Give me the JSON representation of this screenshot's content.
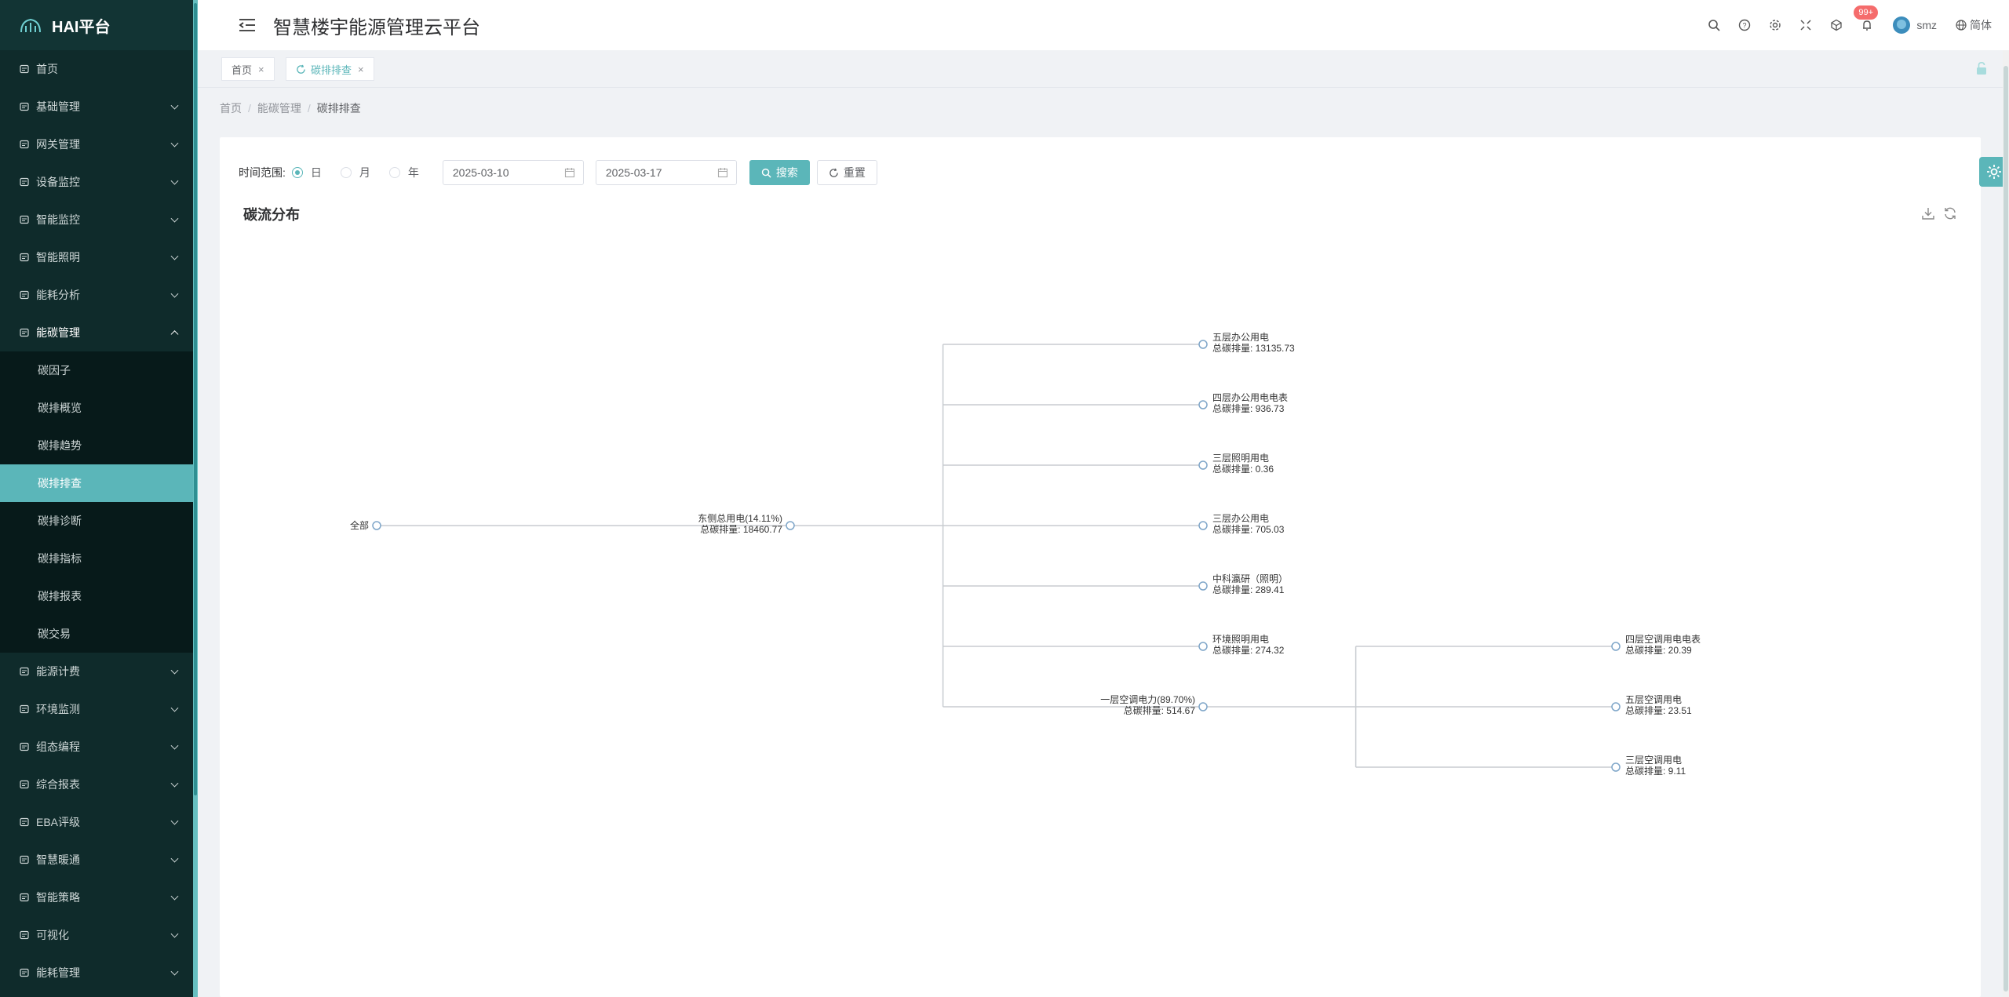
{
  "brand": {
    "name": "HAI平台"
  },
  "header": {
    "title": "智慧楼宇能源管理云平台",
    "notification_badge": "99+",
    "username": "smz",
    "language": "简体"
  },
  "sidebar": {
    "items": [
      {
        "label": "首页",
        "icon": "clock-icon",
        "has_children": false
      },
      {
        "label": "基础管理",
        "icon": "box-icon",
        "has_children": true
      },
      {
        "label": "网关管理",
        "icon": "sliders-icon",
        "has_children": true
      },
      {
        "label": "设备监控",
        "icon": "monitor-icon",
        "has_children": true
      },
      {
        "label": "智能监控",
        "icon": "screen-icon",
        "has_children": true
      },
      {
        "label": "智能照明",
        "icon": "bulb-icon",
        "has_children": true
      },
      {
        "label": "能耗分析",
        "icon": "chart-icon",
        "has_children": true
      },
      {
        "label": "能碳管理",
        "icon": "cloud-icon",
        "has_children": true,
        "open": true,
        "children": [
          "碳因子",
          "碳排概览",
          "碳排趋势",
          "碳排排查",
          "碳排诊断",
          "碳排指标",
          "碳排报表",
          "碳交易"
        ],
        "active_child": 3
      },
      {
        "label": "能源计费",
        "icon": "bill-icon",
        "has_children": true
      },
      {
        "label": "环境监测",
        "icon": "leaf-icon",
        "has_children": true
      },
      {
        "label": "组态编程",
        "icon": "cog-icon",
        "has_children": true
      },
      {
        "label": "综合报表",
        "icon": "report-icon",
        "has_children": true
      },
      {
        "label": "EBA评级",
        "icon": "doc-icon",
        "has_children": true
      },
      {
        "label": "智慧暖通",
        "icon": "fan-icon",
        "has_children": true
      },
      {
        "label": "智能策略",
        "icon": "pin-icon",
        "has_children": true
      },
      {
        "label": "可视化",
        "icon": "person-icon",
        "has_children": true
      },
      {
        "label": "能耗管理",
        "icon": "list-icon",
        "has_children": true
      }
    ]
  },
  "tabs": [
    {
      "label": "首页",
      "active": false
    },
    {
      "label": "碳排排查",
      "active": true
    }
  ],
  "breadcrumb": [
    "首页",
    "能碳管理",
    "碳排排查"
  ],
  "filter": {
    "label": "时间范围:",
    "options": [
      "日",
      "月",
      "年"
    ],
    "selected": "日",
    "start_date": "2025-03-10",
    "end_date": "2025-03-17",
    "search_label": "搜索",
    "reset_label": "重置"
  },
  "section_title": "碳流分布",
  "chart_data": {
    "type": "tree",
    "root": {
      "name": "全部",
      "children": [
        {
          "name": "东侧总用电(14.11%)",
          "value_label": "总碳排量: 18460.77",
          "children": [
            {
              "name": "五层办公用电",
              "value_label": "总碳排量: 13135.73"
            },
            {
              "name": "四层办公用电电表",
              "value_label": "总碳排量: 936.73"
            },
            {
              "name": "三层照明用电",
              "value_label": "总碳排量: 0.36"
            },
            {
              "name": "三层办公用电",
              "value_label": "总碳排量: 705.03"
            },
            {
              "name": "中科瀛研（照明）",
              "value_label": "总碳排量: 289.41"
            },
            {
              "name": "环境照明用电",
              "value_label": "总碳排量: 274.32"
            },
            {
              "name": "一层空调电力(89.70%)",
              "value_label": "总碳排量: 514.67",
              "children": [
                {
                  "name": "四层空调用电电表",
                  "value_label": "总碳排量: 20.39"
                },
                {
                  "name": "五层空调用电",
                  "value_label": "总碳排量: 23.51"
                },
                {
                  "name": "三层空调用电",
                  "value_label": "总碳排量: 9.11"
                }
              ]
            }
          ]
        }
      ]
    }
  }
}
